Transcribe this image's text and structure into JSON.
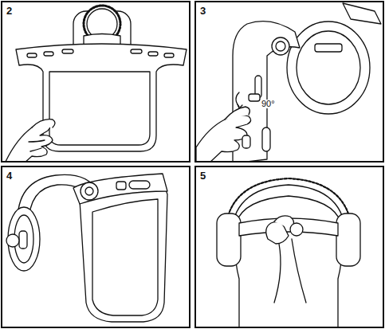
{
  "diagram": {
    "labels": [
      "2",
      "3",
      "4",
      "5",
      "90°"
    ]
  }
}
